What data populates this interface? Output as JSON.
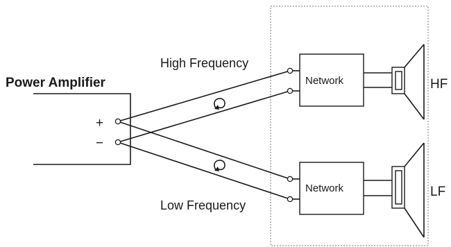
{
  "labels": {
    "amplifier": "Power Amplifier",
    "plus": "+",
    "minus": "−",
    "high_frequency": "High Frequency",
    "low_frequency": "Low Frequency",
    "network_top": "Network",
    "network_bottom": "Network",
    "hf": "HF",
    "lf": "LF"
  },
  "colors": {
    "ink": "#1a1a1a",
    "background": "#ffffff",
    "enclosure_border": "#777777"
  }
}
